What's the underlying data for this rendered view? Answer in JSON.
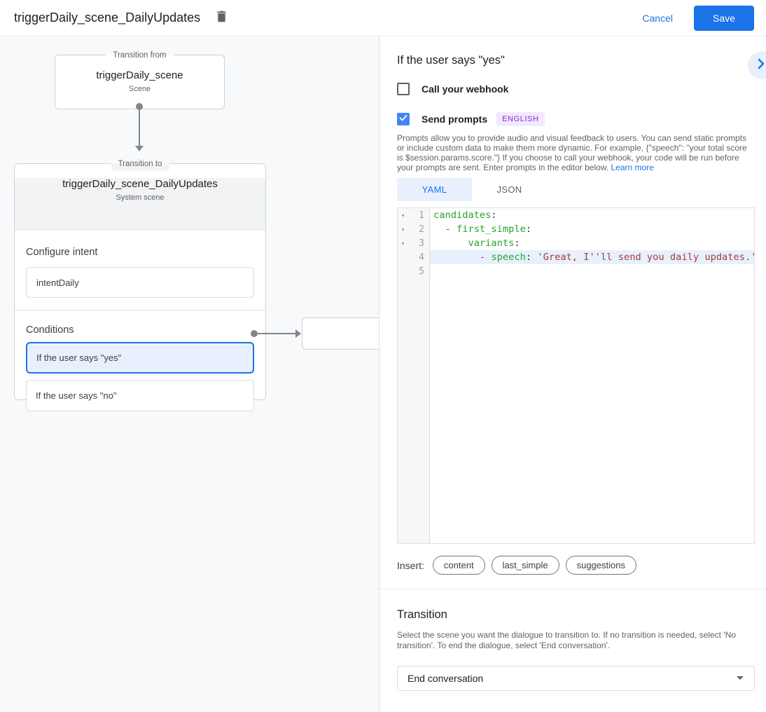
{
  "header": {
    "title": "triggerDaily_scene_DailyUpdates",
    "cancel_label": "Cancel",
    "save_label": "Save"
  },
  "canvas": {
    "from_node": {
      "legend": "Transition from",
      "title": "triggerDaily_scene",
      "subtitle": "Scene"
    },
    "to_node": {
      "legend": "Transition to",
      "title": "triggerDaily_scene_DailyUpdates",
      "subtitle": "System scene",
      "intent_section": {
        "heading": "Configure intent",
        "intent": "intentDaily"
      },
      "conditions_section": {
        "heading": "Conditions",
        "items": [
          {
            "label": "If the user says \"yes\"",
            "selected": true
          },
          {
            "label": "If the user says \"no\"",
            "selected": false
          }
        ]
      }
    }
  },
  "panel": {
    "title": "If the user says \"yes\"",
    "webhook_checkbox": {
      "label": "Call your webhook",
      "checked": false
    },
    "prompts_checkbox": {
      "label": "Send prompts",
      "checked": true,
      "badge": "ENGLISH"
    },
    "description": "Prompts allow you to provide audio and visual feedback to users. You can send static prompts or include custom data to make them more dynamic. For example, {\"speech\": \"your total score is $session.params.score.\"} If you choose to call your webhook, your code will be run before your prompts are sent. Enter prompts in the editor below.",
    "learn_more": "Learn more",
    "tabs": [
      {
        "label": "YAML",
        "active": true
      },
      {
        "label": "JSON",
        "active": false
      }
    ],
    "editor": {
      "lines": [
        {
          "n": "1",
          "fold": true,
          "highlight": false,
          "tokens": [
            {
              "c": "k",
              "v": "candidates"
            },
            {
              "c": "p",
              "v": ":"
            }
          ]
        },
        {
          "n": "2",
          "fold": true,
          "highlight": false,
          "tokens": [
            {
              "c": "p",
              "v": "  "
            },
            {
              "c": "d",
              "v": "- "
            },
            {
              "c": "k",
              "v": "first_simple"
            },
            {
              "c": "p",
              "v": ":"
            }
          ]
        },
        {
          "n": "3",
          "fold": true,
          "highlight": false,
          "tokens": [
            {
              "c": "p",
              "v": "      "
            },
            {
              "c": "k",
              "v": "variants"
            },
            {
              "c": "p",
              "v": ":"
            }
          ]
        },
        {
          "n": "4",
          "fold": false,
          "highlight": true,
          "tokens": [
            {
              "c": "p",
              "v": "        "
            },
            {
              "c": "d",
              "v": "- "
            },
            {
              "c": "k",
              "v": "speech"
            },
            {
              "c": "p",
              "v": ": "
            },
            {
              "c": "s",
              "v": "'Great, I''ll send you daily updates.'"
            }
          ]
        },
        {
          "n": "5",
          "fold": false,
          "highlight": false,
          "tokens": []
        }
      ]
    },
    "insert": {
      "label": "Insert:",
      "chips": [
        "content",
        "last_simple",
        "suggestions"
      ]
    },
    "transition": {
      "heading": "Transition",
      "description": "Select the scene you want the dialogue to transition to. If no transition is needed, select 'No transition'. To end the dialogue, select 'End conversation'.",
      "dropdown_value": "End conversation"
    }
  },
  "colors": {
    "accent_blue": "#1a73e8",
    "selected_condition_bg": "#e8f0fe",
    "checkbox_checked": "#4285f4",
    "badge_bg": "#f3e8fd",
    "badge_text": "#8430ce",
    "canvas_bg": "#f8f9fa",
    "code_key_green": "#2aa22a",
    "code_string_red": "#a93a32",
    "active_line_bg": "#e7f1fd"
  }
}
